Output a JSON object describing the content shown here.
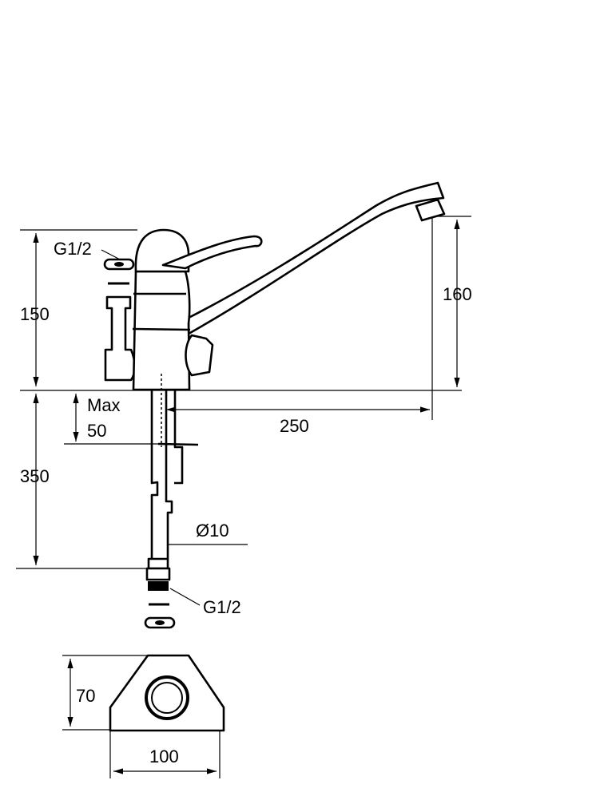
{
  "diagram": {
    "labels": {
      "inlet_thread_top": "G1/2",
      "height_body": "150",
      "height_spout": "160",
      "max_label": "Max",
      "max_value": "50",
      "reach": "250",
      "hose_length": "350",
      "hose_diameter": "Ø10",
      "inlet_thread_bottom": "G1/2",
      "base_depth": "70",
      "base_width": "100"
    }
  }
}
